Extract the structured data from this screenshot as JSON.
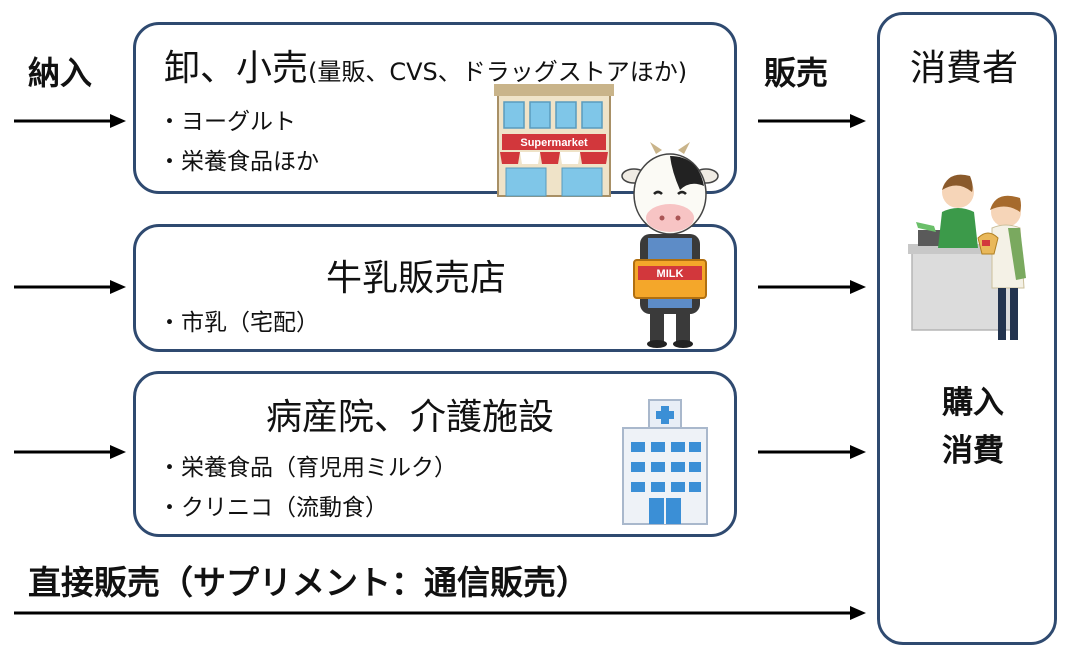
{
  "labels": {
    "delivery": "納入",
    "sales": "販売",
    "consumer": "消費者",
    "purchase_line1": "購入",
    "purchase_line2": "消費",
    "direct_sales": "直接販売（サプリメント：通信販売）"
  },
  "channels": {
    "wholesale": {
      "title_main": "卸、小売",
      "title_sub": "(量販、CVS、ドラッグストアほか)",
      "items": [
        "・ヨーグルト",
        "・栄養食品ほか"
      ]
    },
    "milk_shop": {
      "title": "牛乳販売店",
      "items": [
        "・市乳（宅配）"
      ]
    },
    "hospital": {
      "title": "病産院、介護施設",
      "items": [
        "・栄養食品（育児用ミルク）",
        "・クリニコ（流動食）"
      ]
    }
  },
  "illustrations": {
    "supermarket_sign": "Supermarket",
    "milk_sign": "MILK"
  },
  "colors": {
    "box_border": "#2f4a70",
    "arrow": "#000000",
    "store_roof": "#d2373c",
    "hospital_window": "#3b8fd6"
  }
}
